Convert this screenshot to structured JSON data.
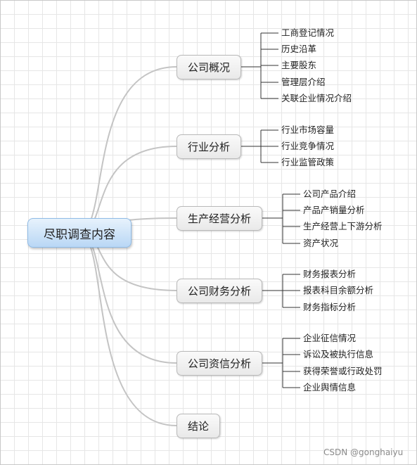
{
  "root": {
    "label": "尽职调查内容"
  },
  "branches": [
    {
      "label": "公司概况",
      "children": [
        "工商登记情况",
        "历史沿革",
        "主要股东",
        "管理层介绍",
        "关联企业情况介绍"
      ]
    },
    {
      "label": "行业分析",
      "children": [
        "行业市场容量",
        "行业竞争情况",
        "行业监管政策"
      ]
    },
    {
      "label": "生产经营分析",
      "children": [
        "公司产品介绍",
        "产品产销量分析",
        "生产经营上下游分析",
        "资产状况"
      ]
    },
    {
      "label": "公司财务分析",
      "children": [
        "财务报表分析",
        "报表科目余额分析",
        "财务指标分析"
      ]
    },
    {
      "label": "公司资信分析",
      "children": [
        "企业征信情况",
        "诉讼及被执行信息",
        "获得荣誉或行政处罚",
        "企业舆情信息"
      ]
    },
    {
      "label": "结论",
      "children": []
    }
  ],
  "watermark": "CSDN @gonghaiyu",
  "colors": {
    "connector": "#c4c4c4",
    "leaf_line": "#333333",
    "root_fill": "#c9e0f7"
  }
}
